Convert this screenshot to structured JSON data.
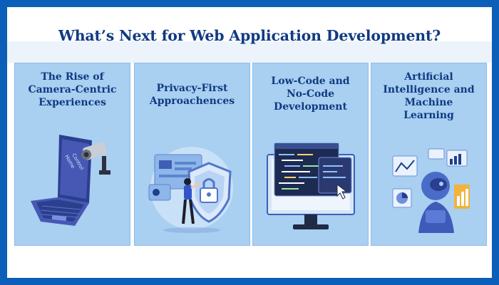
{
  "heading": "What’s Next for Web Application Development?",
  "cards": [
    {
      "title_lines": [
        "The Rise of",
        "Camera-Centric",
        "Experiences"
      ],
      "laptop_screen_text_lines": [
        "Home",
        "Control"
      ],
      "illustration": "laptop-camera-icon"
    },
    {
      "title_lines": [
        "Privacy-First",
        "Approachences"
      ],
      "illustration": "shield-lock-icon"
    },
    {
      "title_lines": [
        "Low-Code and",
        "No-Code",
        "Development"
      ],
      "illustration": "monitor-code-icon"
    },
    {
      "title_lines": [
        "Artificial",
        "Intelligence and",
        "Machine",
        "Learning"
      ],
      "illustration": "ai-robot-icon"
    }
  ],
  "colors": {
    "border": "#0b5fb8",
    "heading": "#103a82",
    "card": "#a9cff1",
    "accent_dark": "#1f3f8f"
  }
}
